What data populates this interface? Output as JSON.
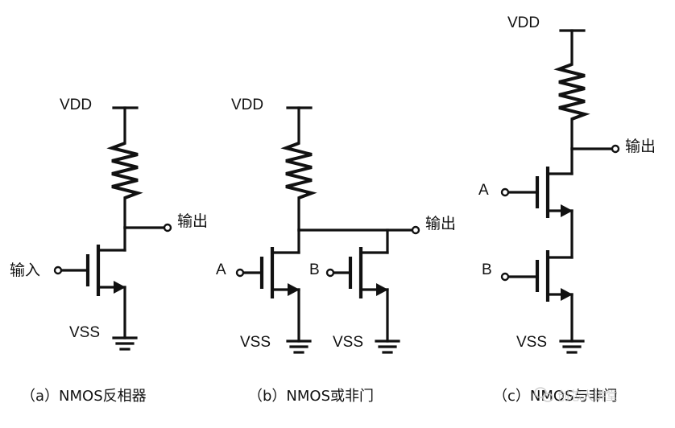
{
  "panel_a": {
    "vdd_label": "VDD",
    "vss_label": "VSS",
    "input_label": "输入",
    "output_label": "输出",
    "caption": "（a）NMOS反相器"
  },
  "panel_b": {
    "vdd_label": "VDD",
    "vss_label_1": "VSS",
    "vss_label_2": "VSS",
    "input_a_label": "A",
    "input_b_label": "B",
    "output_label": "输出",
    "caption": "（b）NMOS或非门"
  },
  "panel_c": {
    "vdd_label": "VDD",
    "vss_label": "VSS",
    "input_a_label": "A",
    "input_b_label": "B",
    "output_label": "输出",
    "caption": "（c）NMOS与非门"
  },
  "watermark": {
    "icon": "wechat-icon",
    "text": "创芯大讲堂"
  }
}
